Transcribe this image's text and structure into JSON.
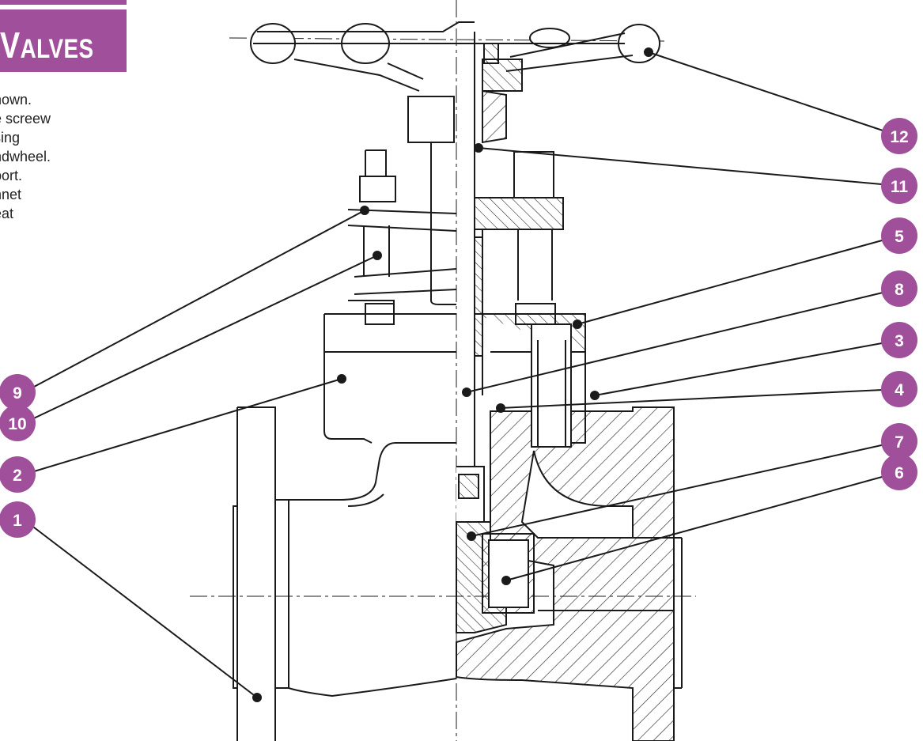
{
  "header": {
    "title_first": "V",
    "title_rest": "ALVES"
  },
  "notes": [
    "hown.",
    "e screew",
    "sing",
    "ndwheel.",
    "port.",
    "nnet",
    "eat"
  ],
  "colors": {
    "accent": "#a0509b",
    "line": "#1a1a1a"
  },
  "callouts": [
    {
      "label": "12"
    },
    {
      "label": "11"
    },
    {
      "label": "5"
    },
    {
      "label": "8"
    },
    {
      "label": "3"
    },
    {
      "label": "4"
    },
    {
      "label": "7"
    },
    {
      "label": "6"
    },
    {
      "label": "9"
    },
    {
      "label": "10"
    },
    {
      "label": "2"
    },
    {
      "label": "1"
    }
  ]
}
